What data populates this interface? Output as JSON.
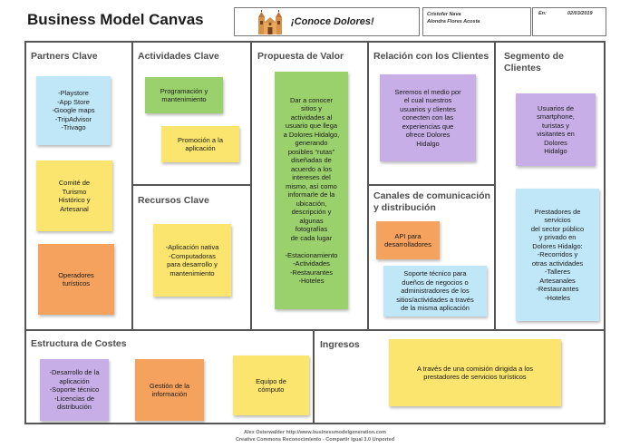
{
  "canvas": {
    "title": "Business Model Canvas",
    "project_name": "¡Conoce Dolores!",
    "designed_by": [
      "Cristofer Nava",
      "Alondra Flores Acosta"
    ],
    "date_label": "En:",
    "date_value": "02/03/2019"
  },
  "blocks": {
    "partners": {
      "title": "Partners Clave",
      "notes": [
        {
          "text": "-Playstore\n-App Store\n-Google maps\n-TripAdvisor\n-Trivago",
          "color": "#bfe7f7"
        },
        {
          "text": "Comité de\nTurismo\nHistórico y\nArtesanal",
          "color": "#fbe56e"
        },
        {
          "text": "Operadores\nturísticos",
          "color": "#f5a25e"
        }
      ]
    },
    "activities": {
      "title": "Actividades Clave",
      "notes": [
        {
          "text": "Programación y\nmantenimiento",
          "color": "#9bd16d"
        },
        {
          "text": "Promoción a la\naplicación",
          "color": "#fbe56e"
        }
      ]
    },
    "resources": {
      "title": "Recursos Clave",
      "notes": [
        {
          "text": "-Aplicación nativa\n-Computadoras\npara desarrollo y\nmantenimiento",
          "color": "#fbe56e"
        }
      ]
    },
    "value": {
      "title": "Propuesta de Valor",
      "notes": [
        {
          "text": "Dar a conocer\nsitios y\nactividades al\nusuario que llega\na Dolores Hidalgo,\ngenerando\nposibles “rutas”\ndiseñadas de\nacuerdo a los\nintereses del\nmismo, así como\ninformarle de la\nubicación,\ndescripción y\nalgunas\nfotografías\nde cada lugar\n\n-Estacionamiento\n-Actividades\n-Restaurantes\n-Hoteles",
          "color": "#9bd16d"
        }
      ]
    },
    "relationships": {
      "title": "Relación con los Clientes",
      "notes": [
        {
          "text": "Seremos el medio por\nel cual nuestros\nusuarios y clientes\nconecten con las\nexperiencias que\nofrece Dolores\nHidalgo",
          "color": "#c7aee6"
        }
      ]
    },
    "channels": {
      "title": "Canales de comunicación\ny distribución",
      "notes": [
        {
          "text": "API para\ndesarrolladores",
          "color": "#f5a25e"
        },
        {
          "text": "Soporte técnico para\ndueños de negocios o\nadministradores de los\nsitios/actividades  a través\nde la misma aplicación",
          "color": "#bfe7f7"
        }
      ]
    },
    "segments": {
      "title": "Segmento de\nClientes",
      "notes": [
        {
          "text": "Usuarios de\nsmartphone,\nturistas y\nvisitantes en\nDolores\nHidalgo",
          "color": "#c7aee6"
        },
        {
          "text": "Prestadores de\nservicios\ndel sector público\ny privado en\nDolores Hidalgo:\n-Recorridos y\notras actividades\n-Talleres\nArtesanales\n-Restaurantes\n-Hoteles",
          "color": "#bfe7f7"
        }
      ]
    },
    "costs": {
      "title": "Estructura de Costes",
      "notes": [
        {
          "text": "-Desarrollo de la\naplicación\n-Soporte técnico\n-Licencias de\ndistribución",
          "color": "#c7aee6"
        },
        {
          "text": "Gestión de la\ninformación",
          "color": "#f5a25e"
        },
        {
          "text": "Equipo de\ncómputo",
          "color": "#fbe56e"
        }
      ]
    },
    "revenue": {
      "title": "Ingresos",
      "notes": [
        {
          "text": "A través de una comisión dirigida a los\nprestadores de servicios turísticos",
          "color": "#fbe56e"
        }
      ]
    }
  },
  "footer": {
    "line1": "Alex Osterwalder http://www.businessmodelgeneration.com",
    "line2": "Creative Commons Reconocimiento - Compartir Igual 3.0 Unported"
  }
}
